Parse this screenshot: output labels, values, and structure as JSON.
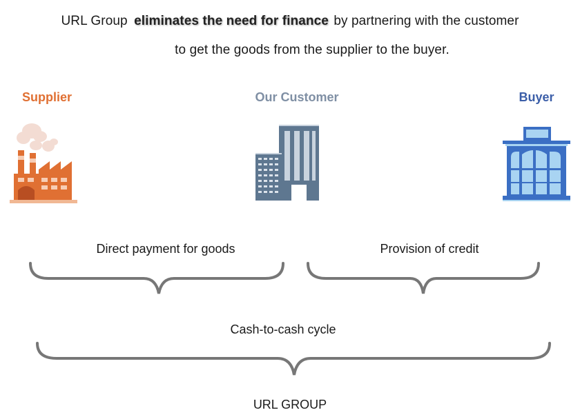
{
  "headline": {
    "prefix": "URL Group",
    "bold": "eliminates the need for finance",
    "suffix": "by partnering with the customer",
    "line2": "to get the goods from the supplier to the buyer."
  },
  "roles": {
    "supplier": "Supplier",
    "customer": "Our Customer",
    "buyer": "Buyer"
  },
  "flows": {
    "direct_payment": "Direct payment for goods",
    "provision_credit": "Provision of credit",
    "cash_cycle": "Cash-to-cash cycle",
    "url_group": "URL GROUP"
  },
  "colors": {
    "supplier": "#E07033",
    "customer": "#7F8FA4",
    "buyer": "#3B5EA8",
    "brace": "#777777"
  },
  "icons": {
    "supplier": "factory-icon",
    "customer": "office-building-icon",
    "buyer": "storefront-building-icon"
  }
}
